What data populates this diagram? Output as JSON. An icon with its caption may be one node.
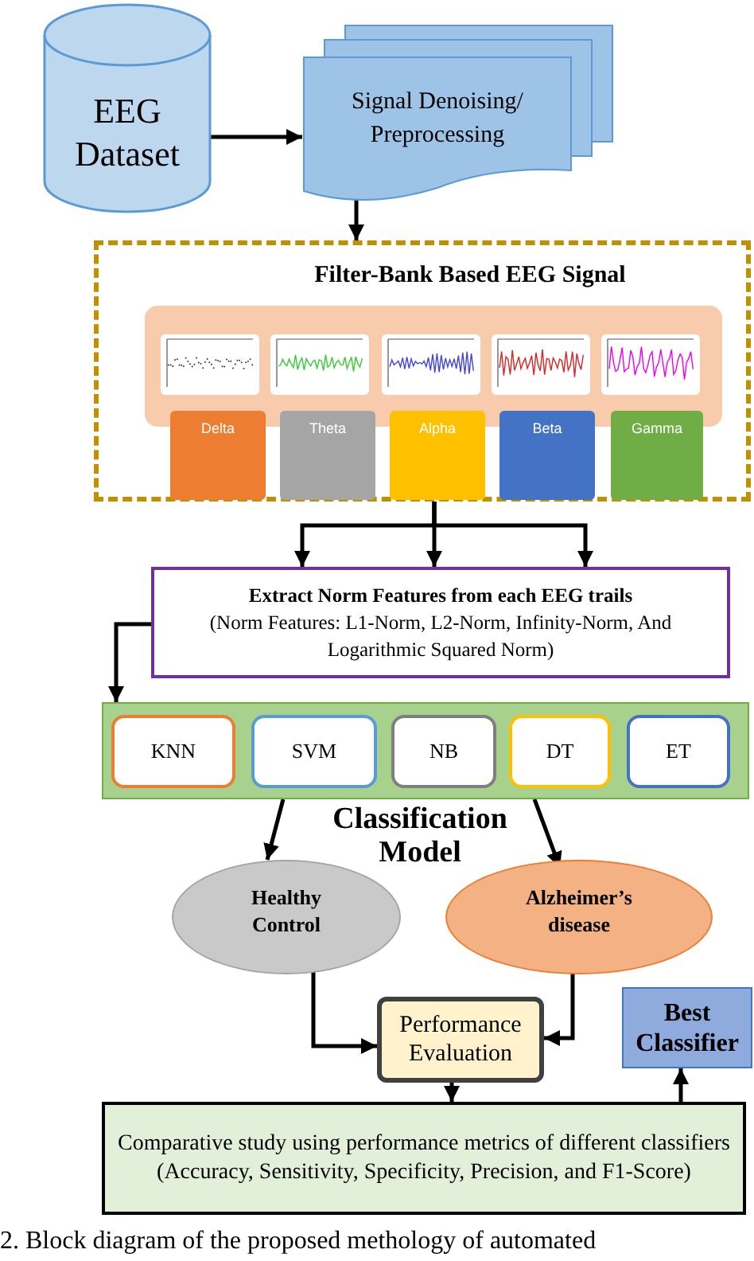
{
  "diagram": {
    "caption": "2. Block diagram of the proposed methology of automated",
    "nodes": [
      {
        "text": [
          "EEG Dataset"
        ]
      },
      {
        "text": [
          "Signal Denoising/ Preprocessing"
        ]
      },
      {
        "text": [
          "Filter-Bank Based EEG Signal"
        ]
      },
      {
        "text": [
          "Delta"
        ],
        "in": 2
      },
      {
        "text": [
          "Theta"
        ],
        "in": 2
      },
      {
        "text": [
          "Alpha"
        ],
        "in": 2
      },
      {
        "text": [
          "Beta"
        ],
        "in": 2
      },
      {
        "text": [
          "Gamma"
        ],
        "in": 2
      },
      {
        "text": [
          "Extract Norm Features from each EEG trails",
          "(Norm Features: L1-Norm, L2-Norm, Infinity-Norm, And Logarithmic Squared Norm)"
        ]
      },
      {
        "text": [
          "Classification Model"
        ]
      },
      {
        "text": [
          "KNN"
        ],
        "in": 9
      },
      {
        "text": [
          "SVM"
        ],
        "in": 9
      },
      {
        "text": [
          "NB"
        ],
        "in": 9
      },
      {
        "text": [
          "DT"
        ],
        "in": 9
      },
      {
        "text": [
          "ET"
        ],
        "in": 9
      },
      {
        "text": [
          "Healthy Control"
        ]
      },
      {
        "text": [
          "Alzheimer’s disease"
        ]
      },
      {
        "text": [
          "Performance Evaluation"
        ]
      },
      {
        "text": [
          "Best Classifier"
        ]
      },
      {
        "text": [
          "Comparative study using performance metrics of different classifiers (Accuracy, Sensitivity, Specificity, Precision, and F1-Score)"
        ]
      }
    ],
    "edges": [
      {
        "from": 0,
        "to": 1,
        "arrow": "to"
      },
      {
        "from": 1,
        "to": 2,
        "arrow": "to"
      },
      {
        "from": 2,
        "to": 8,
        "arrow": "to"
      },
      {
        "from": 2,
        "to": 8,
        "arrow": "to"
      },
      {
        "from": 2,
        "to": 8,
        "arrow": "to"
      },
      {
        "from": 8,
        "to": 9,
        "arrow": "to"
      },
      {
        "from": 9,
        "to": 15,
        "arrow": "to"
      },
      {
        "from": 9,
        "to": 16,
        "arrow": "to"
      },
      {
        "from": 15,
        "to": 17,
        "arrow": "to"
      },
      {
        "from": 16,
        "to": 17,
        "arrow": "to"
      },
      {
        "from": 17,
        "to": 19,
        "arrow": "to"
      },
      {
        "from": 19,
        "to": 18,
        "arrow": "to"
      }
    ]
  }
}
